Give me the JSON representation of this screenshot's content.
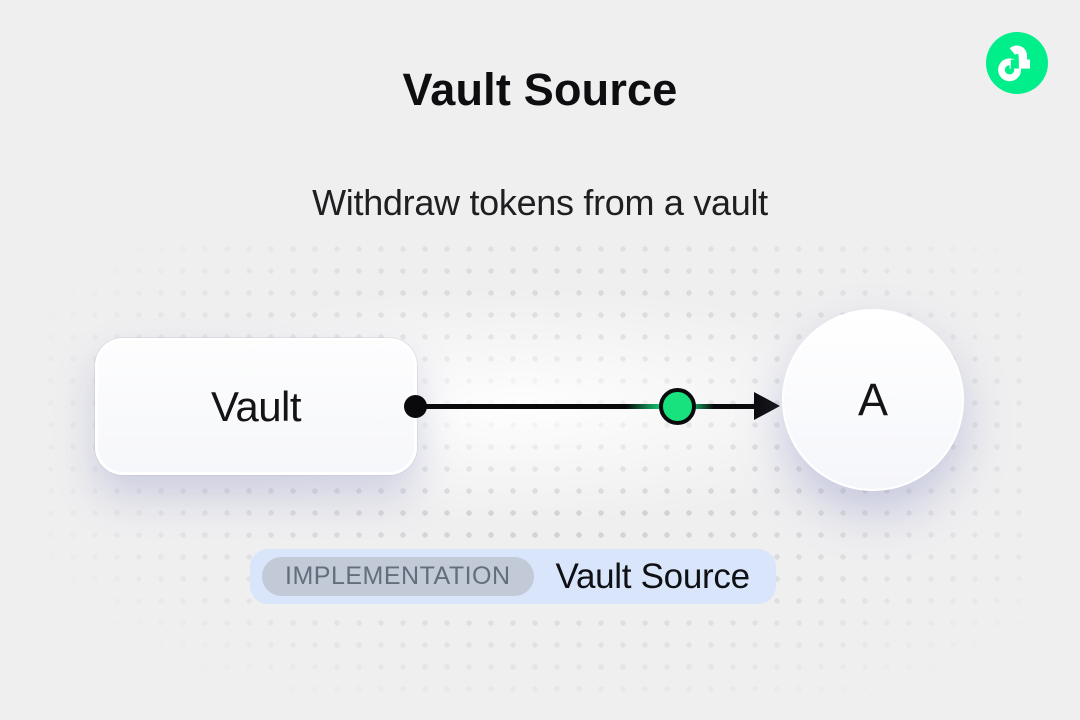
{
  "header": {
    "title": "Vault Source",
    "subtitle": "Withdraw tokens from a vault",
    "logo": {
      "name": "flow-logo",
      "brand_green": "#00ef8b"
    }
  },
  "diagram": {
    "source_node": {
      "label": "Vault"
    },
    "target_node": {
      "label": "A"
    },
    "connector": {
      "line_color": "#0a0a0c",
      "token_node_color": "#17e27e"
    }
  },
  "badge": {
    "tag": "IMPLEMENTATION",
    "label": "Vault Source",
    "background": "#d9e5fb",
    "tag_background": "#c2c9d7",
    "tag_text_color": "#646d7c"
  },
  "page": {
    "background": "#efeff0"
  }
}
